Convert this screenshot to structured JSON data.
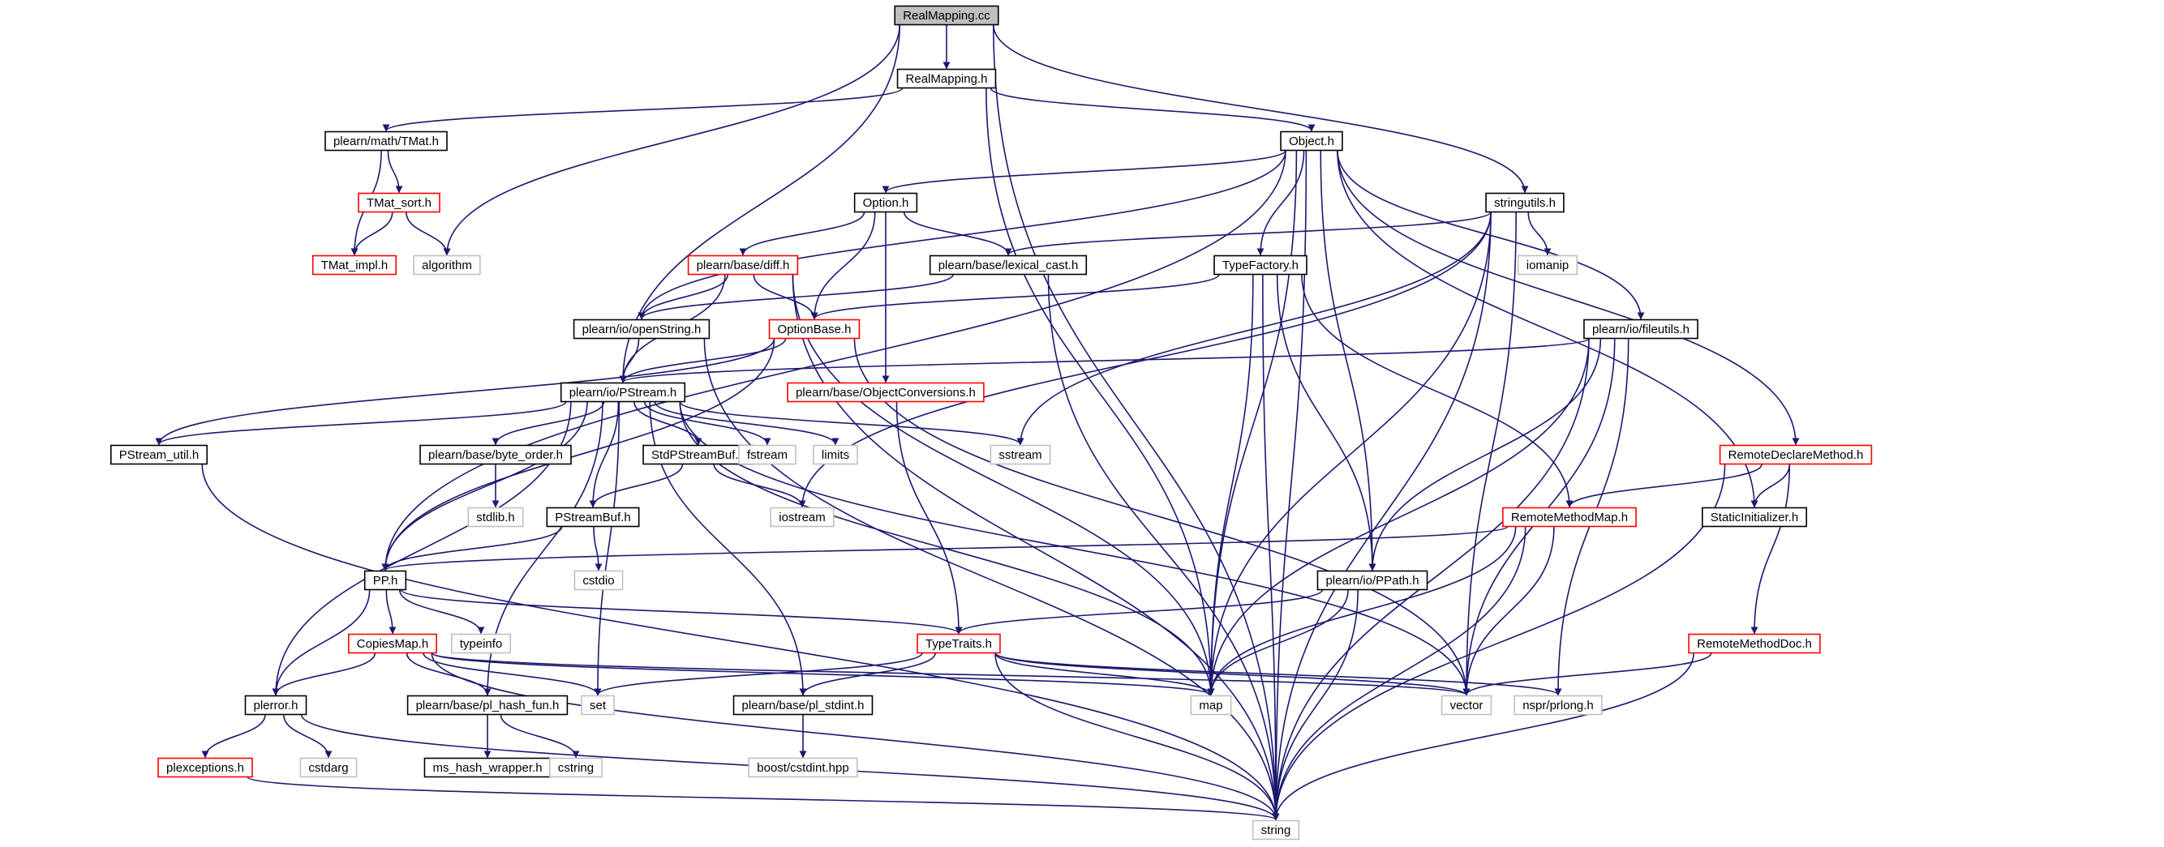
{
  "colors": {
    "edge": "#191970",
    "normal_border": "#000000",
    "truncated_border": "#ff0000",
    "system_border": "#bfbfbf",
    "root_fill": "#bfbfbf",
    "fill": "#ffffff"
  },
  "nodes": [
    {
      "id": "realmapping_cc",
      "label": "RealMapping.cc",
      "kind": "root"
    },
    {
      "id": "realmapping_h",
      "label": "RealMapping.h",
      "kind": "normal"
    },
    {
      "id": "tmat_h",
      "label": "plearn/math/TMat.h",
      "kind": "normal"
    },
    {
      "id": "object_h",
      "label": "Object.h",
      "kind": "normal"
    },
    {
      "id": "tmat_sort",
      "label": "TMat_sort.h",
      "kind": "truncated"
    },
    {
      "id": "tmat_impl",
      "label": "TMat_impl.h",
      "kind": "truncated"
    },
    {
      "id": "algorithm",
      "label": "algorithm",
      "kind": "system"
    },
    {
      "id": "option_h",
      "label": "Option.h",
      "kind": "normal"
    },
    {
      "id": "stringutils_h",
      "label": "stringutils.h",
      "kind": "normal"
    },
    {
      "id": "iomanip",
      "label": "iomanip",
      "kind": "system"
    },
    {
      "id": "diff_h",
      "label": "plearn/base/diff.h",
      "kind": "truncated"
    },
    {
      "id": "lexical_cast",
      "label": "plearn/base/lexical_cast.h",
      "kind": "normal"
    },
    {
      "id": "typefactory",
      "label": "TypeFactory.h",
      "kind": "normal"
    },
    {
      "id": "openstring",
      "label": "plearn/io/openString.h",
      "kind": "normal"
    },
    {
      "id": "optionbase",
      "label": "OptionBase.h",
      "kind": "truncated"
    },
    {
      "id": "fileutils",
      "label": "plearn/io/fileutils.h",
      "kind": "normal"
    },
    {
      "id": "pstream_h",
      "label": "plearn/io/PStream.h",
      "kind": "normal"
    },
    {
      "id": "objconv",
      "label": "plearn/base/ObjectConversions.h",
      "kind": "truncated"
    },
    {
      "id": "pstream_util",
      "label": "PStream_util.h",
      "kind": "normal"
    },
    {
      "id": "byte_order",
      "label": "plearn/base/byte_order.h",
      "kind": "normal"
    },
    {
      "id": "stdpstreambuf",
      "label": "StdPStreamBuf.h",
      "kind": "normal"
    },
    {
      "id": "fstream",
      "label": "fstream",
      "kind": "system"
    },
    {
      "id": "limits",
      "label": "limits",
      "kind": "system"
    },
    {
      "id": "sstream",
      "label": "sstream",
      "kind": "system"
    },
    {
      "id": "remotedeclare",
      "label": "RemoteDeclareMethod.h",
      "kind": "truncated"
    },
    {
      "id": "stdlib",
      "label": "stdlib.h",
      "kind": "system"
    },
    {
      "id": "iostream",
      "label": "iostream",
      "kind": "system"
    },
    {
      "id": "pstreambuf",
      "label": "PStreamBuf.h",
      "kind": "normal"
    },
    {
      "id": "remotemethodmap",
      "label": "RemoteMethodMap.h",
      "kind": "truncated"
    },
    {
      "id": "staticinit",
      "label": "StaticInitializer.h",
      "kind": "normal"
    },
    {
      "id": "cstdio",
      "label": "cstdio",
      "kind": "system"
    },
    {
      "id": "pp_h",
      "label": "PP.h",
      "kind": "normal"
    },
    {
      "id": "ppath_h",
      "label": "plearn/io/PPath.h",
      "kind": "normal"
    },
    {
      "id": "typeinfo",
      "label": "typeinfo",
      "kind": "system"
    },
    {
      "id": "copiesmap",
      "label": "CopiesMap.h",
      "kind": "truncated"
    },
    {
      "id": "typetraits",
      "label": "TypeTraits.h",
      "kind": "truncated"
    },
    {
      "id": "remotemethoddoc",
      "label": "RemoteMethodDoc.h",
      "kind": "truncated"
    },
    {
      "id": "plerror",
      "label": "plerror.h",
      "kind": "normal"
    },
    {
      "id": "pl_hash_fun",
      "label": "plearn/base/pl_hash_fun.h",
      "kind": "normal"
    },
    {
      "id": "set",
      "label": "set",
      "kind": "system"
    },
    {
      "id": "pl_stdint",
      "label": "plearn/base/pl_stdint.h",
      "kind": "normal"
    },
    {
      "id": "map",
      "label": "map",
      "kind": "system"
    },
    {
      "id": "vector",
      "label": "vector",
      "kind": "system"
    },
    {
      "id": "prlong",
      "label": "nspr/prlong.h",
      "kind": "system"
    },
    {
      "id": "plexceptions",
      "label": "plexceptions.h",
      "kind": "truncated"
    },
    {
      "id": "cstdarg",
      "label": "cstdarg",
      "kind": "system"
    },
    {
      "id": "ms_hash",
      "label": "ms_hash_wrapper.h",
      "kind": "normal"
    },
    {
      "id": "cstring",
      "label": "cstring",
      "kind": "system"
    },
    {
      "id": "cstdint",
      "label": "boost/cstdint.hpp",
      "kind": "system"
    },
    {
      "id": "string",
      "label": "string",
      "kind": "system"
    }
  ],
  "edges": [
    [
      "realmapping_cc",
      "realmapping_h"
    ],
    [
      "realmapping_cc",
      "algorithm"
    ],
    [
      "realmapping_cc",
      "pstream_h"
    ],
    [
      "realmapping_cc",
      "stringutils_h"
    ],
    [
      "realmapping_cc",
      "string"
    ],
    [
      "realmapping_h",
      "tmat_h"
    ],
    [
      "realmapping_h",
      "object_h"
    ],
    [
      "realmapping_h",
      "map"
    ],
    [
      "tmat_h",
      "tmat_sort"
    ],
    [
      "tmat_h",
      "tmat_impl"
    ],
    [
      "tmat_sort",
      "tmat_impl"
    ],
    [
      "tmat_sort",
      "algorithm"
    ],
    [
      "object_h",
      "option_h"
    ],
    [
      "object_h",
      "pp_h"
    ],
    [
      "object_h",
      "openstring"
    ],
    [
      "object_h",
      "typefactory"
    ],
    [
      "object_h",
      "map"
    ],
    [
      "object_h",
      "ppath_h"
    ],
    [
      "object_h",
      "staticinit"
    ],
    [
      "object_h",
      "fileutils"
    ],
    [
      "object_h",
      "remotedeclare"
    ],
    [
      "object_h",
      "string"
    ],
    [
      "option_h",
      "diff_h"
    ],
    [
      "option_h",
      "optionbase"
    ],
    [
      "option_h",
      "lexical_cast"
    ],
    [
      "option_h",
      "objconv"
    ],
    [
      "stringutils_h",
      "lexical_cast"
    ],
    [
      "stringutils_h",
      "iomanip"
    ],
    [
      "stringutils_h",
      "sstream"
    ],
    [
      "stringutils_h",
      "iostream"
    ],
    [
      "stringutils_h",
      "map"
    ],
    [
      "stringutils_h",
      "vector"
    ],
    [
      "stringutils_h",
      "string"
    ],
    [
      "diff_h",
      "openstring"
    ],
    [
      "diff_h",
      "optionbase"
    ],
    [
      "diff_h",
      "pstream_h"
    ],
    [
      "diff_h",
      "map"
    ],
    [
      "diff_h",
      "string"
    ],
    [
      "lexical_cast",
      "openstring"
    ],
    [
      "lexical_cast",
      "string"
    ],
    [
      "typefactory",
      "optionbase"
    ],
    [
      "typefactory",
      "remotemethodmap"
    ],
    [
      "typefactory",
      "ppath_h"
    ],
    [
      "typefactory",
      "map"
    ],
    [
      "typefactory",
      "string"
    ],
    [
      "openstring",
      "pstream_h"
    ],
    [
      "openstring",
      "string"
    ],
    [
      "optionbase",
      "pstream_h"
    ],
    [
      "optionbase",
      "pstream_util"
    ],
    [
      "optionbase",
      "pp_h"
    ],
    [
      "optionbase",
      "vector"
    ],
    [
      "fileutils",
      "pstream_h"
    ],
    [
      "fileutils",
      "ppath_h"
    ],
    [
      "fileutils",
      "map"
    ],
    [
      "fileutils",
      "vector"
    ],
    [
      "fileutils",
      "prlong"
    ],
    [
      "fileutils",
      "string"
    ],
    [
      "objconv",
      "typetraits"
    ],
    [
      "pstream_h",
      "pstream_util"
    ],
    [
      "pstream_h",
      "byte_order"
    ],
    [
      "pstream_h",
      "stdpstreambuf"
    ],
    [
      "pstream_h",
      "fstream"
    ],
    [
      "pstream_h",
      "limits"
    ],
    [
      "pstream_h",
      "sstream"
    ],
    [
      "pstream_h",
      "pstreambuf"
    ],
    [
      "pstream_h",
      "pp_h"
    ],
    [
      "pstream_h",
      "plerror"
    ],
    [
      "pstream_h",
      "pl_hash_fun"
    ],
    [
      "pstream_h",
      "set"
    ],
    [
      "pstream_h",
      "pl_stdint"
    ],
    [
      "pstream_h",
      "map"
    ],
    [
      "pstream_h",
      "vector"
    ],
    [
      "pstream_util",
      "string"
    ],
    [
      "byte_order",
      "stdlib"
    ],
    [
      "stdpstreambuf",
      "pstreambuf"
    ],
    [
      "stdpstreambuf",
      "iostream"
    ],
    [
      "pstreambuf",
      "pp_h"
    ],
    [
      "pstreambuf",
      "cstdio"
    ],
    [
      "remotedeclare",
      "remotemethodmap"
    ],
    [
      "remotedeclare",
      "staticinit"
    ],
    [
      "remotedeclare",
      "remotemethoddoc"
    ],
    [
      "remotedeclare",
      "string"
    ],
    [
      "remotemethodmap",
      "pp_h"
    ],
    [
      "remotemethodmap",
      "map"
    ],
    [
      "remotemethodmap",
      "vector"
    ],
    [
      "remotemethodmap",
      "string"
    ],
    [
      "pp_h",
      "copiesmap"
    ],
    [
      "pp_h",
      "typeinfo"
    ],
    [
      "pp_h",
      "plerror"
    ],
    [
      "pp_h",
      "typetraits"
    ],
    [
      "ppath_h",
      "typetraits"
    ],
    [
      "ppath_h",
      "map"
    ],
    [
      "ppath_h",
      "string"
    ],
    [
      "copiesmap",
      "plerror"
    ],
    [
      "copiesmap",
      "pl_hash_fun"
    ],
    [
      "copiesmap",
      "set"
    ],
    [
      "copiesmap",
      "map"
    ],
    [
      "copiesmap",
      "vector"
    ],
    [
      "copiesmap",
      "string"
    ],
    [
      "typetraits",
      "set"
    ],
    [
      "typetraits",
      "pl_stdint"
    ],
    [
      "typetraits",
      "map"
    ],
    [
      "typetraits",
      "vector"
    ],
    [
      "typetraits",
      "prlong"
    ],
    [
      "typetraits",
      "string"
    ],
    [
      "remotemethoddoc",
      "vector"
    ],
    [
      "remotemethoddoc",
      "string"
    ],
    [
      "plerror",
      "plexceptions"
    ],
    [
      "plerror",
      "cstdarg"
    ],
    [
      "plerror",
      "string"
    ],
    [
      "plexceptions",
      "string"
    ],
    [
      "pl_hash_fun",
      "ms_hash"
    ],
    [
      "pl_hash_fun",
      "cstring"
    ],
    [
      "pl_stdint",
      "cstdint"
    ]
  ]
}
